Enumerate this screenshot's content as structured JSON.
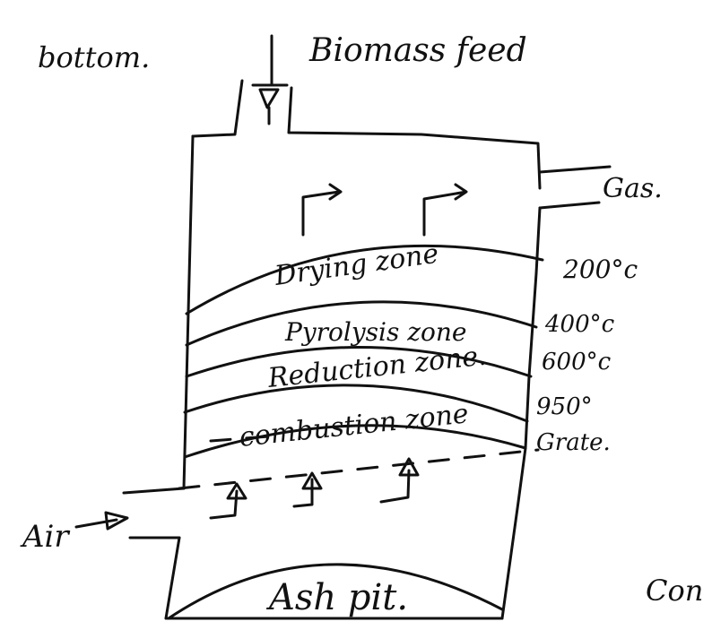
{
  "labels": {
    "corner_top_left": "bottom.",
    "feed": "Biomass feed",
    "gas": "Gas.",
    "drying": "Drying zone",
    "pyrolysis": "Pyrolysis zone",
    "reduction": "Reduction zone.",
    "combustion": "combustion zone",
    "ash_pit": "Ash pit.",
    "air": "Air",
    "corner_bottom_right": "Con"
  },
  "temperatures": {
    "t1": "200°c",
    "t2": "400°c",
    "t3": "600°c",
    "t4": "950°",
    "t5": "Grate."
  }
}
